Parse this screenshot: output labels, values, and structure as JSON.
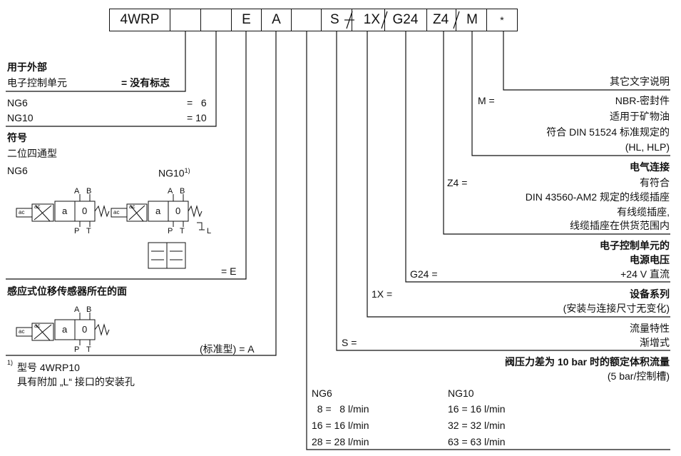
{
  "code": {
    "cells": [
      "4WRP",
      "",
      "",
      "E",
      "A",
      "",
      "S",
      "1X",
      "G24",
      "Z4",
      "M",
      "*"
    ]
  },
  "left": {
    "ext": {
      "title": "用于外部",
      "line": "电子控制单元",
      "value": "= 没有标志"
    },
    "sizes": [
      {
        "label": "NG6",
        "value": "=   6"
      },
      {
        "label": "NG10",
        "value": "= 10"
      }
    ],
    "symbol": {
      "title": "符号",
      "subtitle": "二位四通型",
      "ng6": "NG6",
      "ng10": "NG10",
      "ng10_sup": "1)",
      "value": "= E"
    },
    "sensor": {
      "title": "感应式位移传感器所在的面",
      "value": "(标准型) = A"
    },
    "footnote": {
      "mark": "1)",
      "line1": "型号 4WRP10",
      "line2": "具有附加 „L“ 接口的安装孔"
    },
    "valve_labels": {
      "A": "A",
      "B": "B",
      "P": "P",
      "T": "T",
      "L": "L",
      "a": "a",
      "zero": "0",
      "ac": "ac"
    }
  },
  "right": {
    "other": "其它文字说明",
    "M": {
      "code": "M =",
      "lines": [
        "NBR-密封件",
        "适用于矿物油",
        "符合 DIN 51524 标准规定的",
        "(HL, HLP)"
      ]
    },
    "elec": {
      "title": "电气连接",
      "code": "Z4 =",
      "lines": [
        "有符合",
        "DIN 43560-AM2 规定的线缆插座",
        "有线缆插座,",
        "线缆插座在供货范围内"
      ]
    },
    "supply": {
      "title1": "电子控制单元的",
      "title2": "电源电压",
      "code": "G24 =",
      "value": "+24 V 直流"
    },
    "series": {
      "code": "1X =",
      "title": "设备系列",
      "note": "(安装与连接尺寸无变化)"
    },
    "flow": {
      "code": "S =",
      "title": "流量特性",
      "value": "渐增式"
    },
    "rated": {
      "title": "阀压力差为 10 bar 时的额定体积流量",
      "subtitle": "(5 bar/控制槽)",
      "ng6_header": "NG6",
      "ng10_header": "NG10",
      "ng6": [
        "  8 =   8 l/min",
        "16 = 16 l/min",
        "28 = 28 l/min"
      ],
      "ng10": [
        "16 = 16 l/min",
        "32 = 32 l/min",
        "63 = 63 l/min"
      ]
    }
  }
}
